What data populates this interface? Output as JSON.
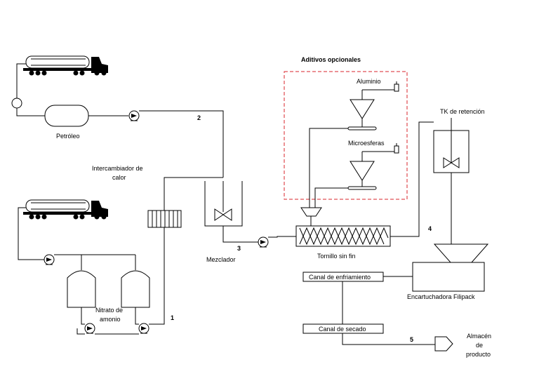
{
  "labels": {
    "additives_title": "Aditivos opcionales",
    "aluminio": "Aluminio",
    "microesferas": "Microesferas",
    "tk_retencion": "TK de retención",
    "petroleo": "Petróleo",
    "intercambiador_1": "Intercambiador de",
    "intercambiador_2": "calor",
    "mezclador": "Mezclador",
    "tornillo": "Tornillo sin fin",
    "encartuchadora": "Encartuchadora Filipack",
    "canal_enfriamiento": "Canal de enfriamiento",
    "canal_secado": "Canal de secado",
    "nitrato_1": "Nitrato de",
    "nitrato_2": "amonio",
    "almacen_1": "Almacén",
    "almacen_2": "de",
    "almacen_3": "producto"
  },
  "stream_numbers": {
    "s1": "1",
    "s2": "2",
    "s3": "3",
    "s4": "4",
    "s5": "5"
  },
  "colors": {
    "lines": "#000000",
    "additives_box": "#d9262b"
  }
}
